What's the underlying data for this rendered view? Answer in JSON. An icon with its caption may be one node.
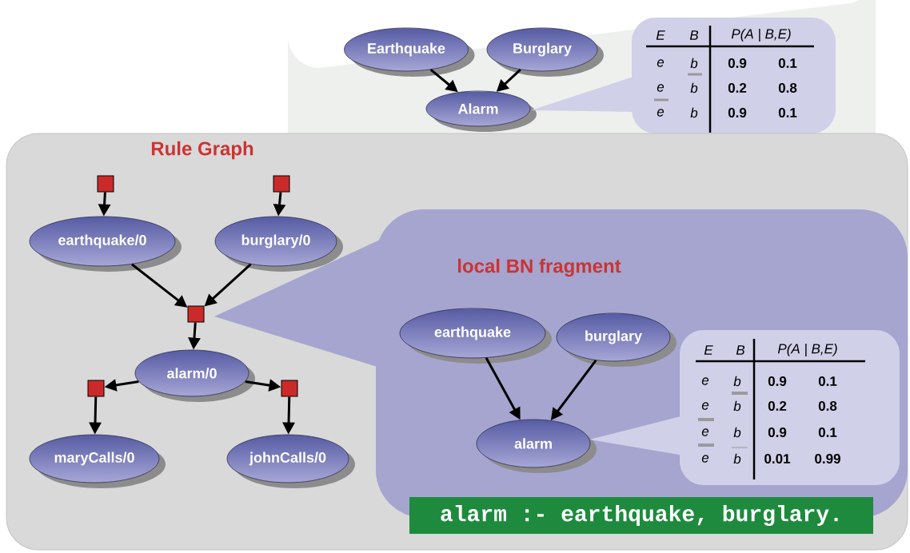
{
  "diagram": {
    "nodes": [
      {
        "text": [],
        "shape": "box"
      },
      {
        "text": [
          "Earthquake"
        ],
        "in": 0
      },
      {
        "text": [
          "Burglary"
        ],
        "in": 0
      },
      {
        "text": [
          "Alarm"
        ],
        "in": 0
      },
      {
        "text": [
          "E",
          "B",
          "P(A | B,E)",
          "e",
          "b",
          "0.9",
          "0.1",
          "e",
          "b",
          "0.2",
          "0.8",
          "e",
          "b",
          "0.9",
          "0.1"
        ],
        "in": 0
      },
      {
        "text": [
          "Rule Graph"
        ]
      },
      {
        "text": [],
        "shape": "box",
        "in": 5
      },
      {
        "text": [],
        "shape": "box",
        "in": 5
      },
      {
        "text": [
          "earthquake/0"
        ],
        "in": 5
      },
      {
        "text": [
          "burglary/0"
        ],
        "in": 5
      },
      {
        "text": [],
        "shape": "box",
        "in": 5
      },
      {
        "text": [
          "alarm/0"
        ],
        "in": 5
      },
      {
        "text": [],
        "shape": "box",
        "in": 5
      },
      {
        "text": [],
        "shape": "box",
        "in": 5
      },
      {
        "text": [
          "maryCalls/0"
        ],
        "in": 5
      },
      {
        "text": [
          "johnCalls/0"
        ],
        "in": 5
      },
      {
        "text": [
          "local BN fragment"
        ],
        "in": 5
      },
      {
        "text": [
          "earthquake"
        ],
        "in": 16
      },
      {
        "text": [
          "burglary"
        ],
        "in": 16
      },
      {
        "text": [
          "alarm"
        ],
        "in": 16
      },
      {
        "text": [
          "E",
          "B",
          "P(A | B,E)",
          "e",
          "b",
          "0.9",
          "0.1",
          "e",
          "b",
          "0.2",
          "0.8",
          "e",
          "b",
          "0.9",
          "0.1",
          "e",
          "b",
          "0.01",
          "0.99"
        ],
        "in": 16
      },
      {
        "text": [
          "alarm :- earthquake, burglary."
        ],
        "in": 5
      }
    ],
    "edges": [
      {
        "from": 1,
        "to": 3,
        "arrow": "to"
      },
      {
        "from": 2,
        "to": 3,
        "arrow": "to"
      },
      {
        "from": 6,
        "to": 8,
        "arrow": "to"
      },
      {
        "from": 7,
        "to": 9,
        "arrow": "to"
      },
      {
        "from": 8,
        "to": 10,
        "arrow": "to"
      },
      {
        "from": 9,
        "to": 10,
        "arrow": "to"
      },
      {
        "from": 10,
        "to": 11,
        "arrow": "to"
      },
      {
        "from": 11,
        "to": 12,
        "arrow": "to"
      },
      {
        "from": 11,
        "to": 13,
        "arrow": "to"
      },
      {
        "from": 12,
        "to": 14,
        "arrow": "to"
      },
      {
        "from": 13,
        "to": 15,
        "arrow": "to"
      },
      {
        "from": 17,
        "to": 19,
        "arrow": "to"
      },
      {
        "from": 18,
        "to": 19,
        "arrow": "to"
      }
    ]
  }
}
